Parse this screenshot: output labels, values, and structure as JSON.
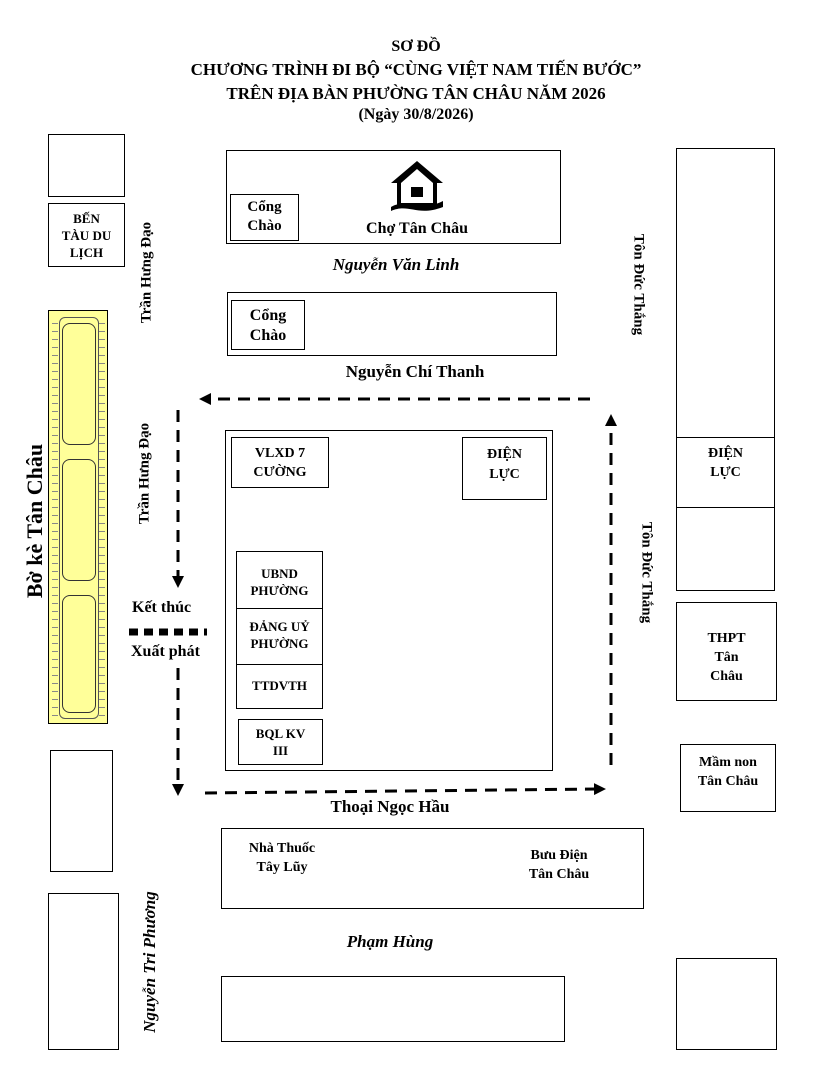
{
  "header": {
    "line1": "SƠ ĐỒ",
    "line2": "CHƯƠNG TRÌNH ĐI BỘ “CÙNG VIỆT NAM TIẾN BƯỚC”",
    "line3": "TRÊN ĐỊA BÀN PHƯỜNG TÂN CHÂU NĂM 2026",
    "line4": "(Ngày 30/8/2026)"
  },
  "buildings": {
    "ben_tau_l1": "BẾN",
    "ben_tau_l2": "TÀU DU",
    "ben_tau_l3": "LỊCH",
    "cong_chao_1_l1": "Cổng",
    "cong_chao_1_l2": "Chào",
    "cho": "Chợ Tân Châu",
    "cong_chao_2_l1": "Cổng",
    "cong_chao_2_l2": "Chào",
    "vlxd_l1": "VLXD 7",
    "vlxd_l2": "CƯỜNG",
    "dien_luc_1_l1": "ĐIỆN",
    "dien_luc_1_l2": "LỰC",
    "dien_luc_2_l1": "ĐIỆN",
    "dien_luc_2_l2": "LỰC",
    "ubnd_l1": "UBND",
    "ubnd_l2": "PHƯỜNG",
    "dang_uy_l1": "ĐẢNG UỶ",
    "dang_uy_l2": "PHƯỜNG",
    "ttdvth": "TTDVTH",
    "bql_l1": "BQL KV",
    "bql_l2": "III",
    "thpt_l1": "THPT",
    "thpt_l2": "Tân",
    "thpt_l3": "Châu",
    "mam_non_l1": "Mầm non",
    "mam_non_l2": "Tân Châu",
    "nha_thuoc_l1": "Nhà Thuốc",
    "nha_thuoc_l2": "Tây Lũy",
    "buu_dien_l1": "Bưu Điện",
    "buu_dien_l2": "Tân Châu"
  },
  "streets": {
    "nguyen_van_linh": "Nguyễn Văn Linh",
    "nguyen_chi_thanh": "Nguyễn Chí Thanh",
    "thoai_ngoc_hau": "Thoại Ngọc Hầu",
    "pham_hung": "Phạm Hùng",
    "tran_hung_dao_1": "Trần Hưng Đạo",
    "tran_hung_dao_2": "Trần Hưng Đạo",
    "ton_duc_thang_1": "Tôn Đức Thắng",
    "ton_duc_thang_2": "Tôn Đức Thắng",
    "nguyen_tri_phuong": "Nguyễn Tri Phương",
    "bo_ke": "Bờ kè Tân Châu"
  },
  "route": {
    "finish": "Kết thúc",
    "start": "Xuất phát"
  },
  "colors": {
    "embankment_fill": "#ffff99",
    "line": "#000000"
  },
  "icons": {
    "market": "house-icon"
  }
}
